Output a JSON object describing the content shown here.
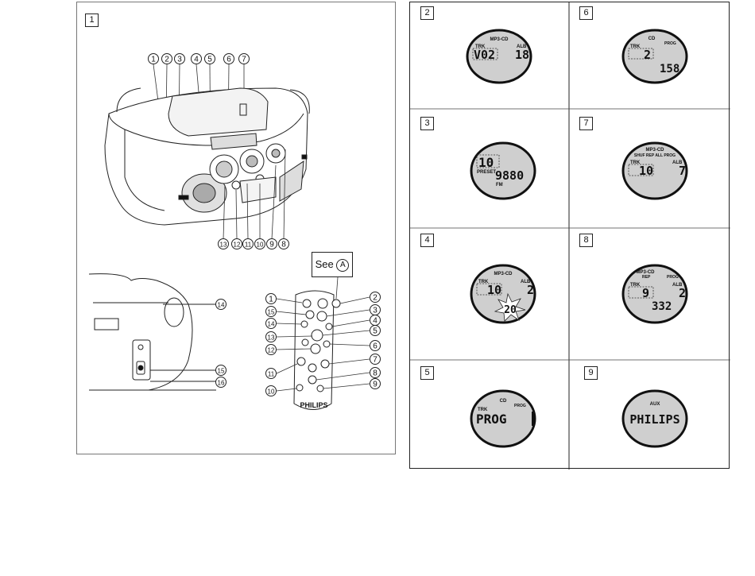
{
  "figure1": {
    "number": "1",
    "see_label": "See",
    "see_ref": "A",
    "top_callouts": [
      "1",
      "2",
      "3",
      "4",
      "5",
      "6",
      "7"
    ],
    "bottom_callouts": [
      "13",
      "12",
      "11",
      "10",
      "9",
      "8"
    ],
    "side_callouts": [
      "14",
      "15",
      "16"
    ],
    "remote_left_callouts": [
      "1",
      "15",
      "14",
      "13",
      "12",
      "11",
      "10"
    ],
    "remote_right_callouts": [
      "2",
      "3",
      "4",
      "5",
      "6",
      "7",
      "8",
      "9"
    ],
    "brand": "PHILIPS"
  },
  "displays": [
    {
      "fig": "2",
      "indicators": {
        "top": "MP3-CD",
        "left": "TRK",
        "right": "ALB"
      },
      "main": "V02",
      "side": "18"
    },
    {
      "fig": "6",
      "indicators": {
        "top": "CD",
        "right": "PROG",
        "left": "TRK"
      },
      "main": "2",
      "side": "158"
    },
    {
      "fig": "3",
      "indicators": {
        "left": "PRESET",
        "bottom": "FM"
      },
      "main": "10",
      "side": "9880"
    },
    {
      "fig": "7",
      "indicators": {
        "top": "MP3-CD",
        "modes": "SHUF  REP  ALL  PROG",
        "left": "TRK",
        "right": "ALB"
      },
      "main": "10",
      "side": "7"
    },
    {
      "fig": "4",
      "indicators": {
        "top": "MP3-CD",
        "left": "TRK",
        "right": "ALB"
      },
      "main": "10",
      "side": "2",
      "burst": "20"
    },
    {
      "fig": "8",
      "indicators": {
        "top": "MP3-CD",
        "modes": "REP",
        "right": "PROG",
        "left": "TRK",
        "right2": "ALB"
      },
      "main": "9",
      "side": "2",
      "extra": "332"
    },
    {
      "fig": "5",
      "indicators": {
        "top": "CD",
        "right": "PROG",
        "left": "TRK"
      },
      "main": "PROG"
    },
    {
      "fig": "9",
      "indicators": {
        "top": "AUX"
      },
      "main": "PHILIPS"
    }
  ]
}
